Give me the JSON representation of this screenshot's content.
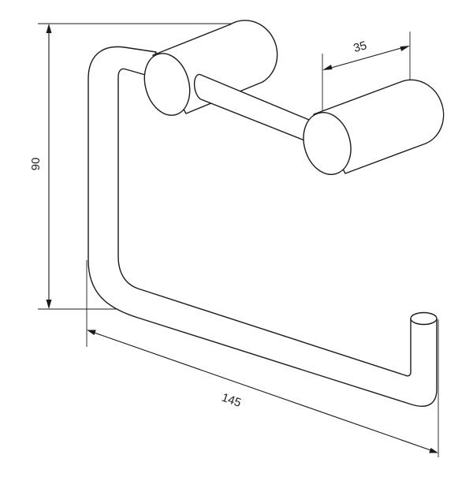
{
  "dimensions": {
    "height": {
      "label": "90",
      "value": 90
    },
    "length": {
      "label": "145",
      "value": 145
    },
    "depth": {
      "label": "35",
      "value": 35
    }
  },
  "colors": {
    "line": "#1a1a1a",
    "background": "#ffffff"
  }
}
